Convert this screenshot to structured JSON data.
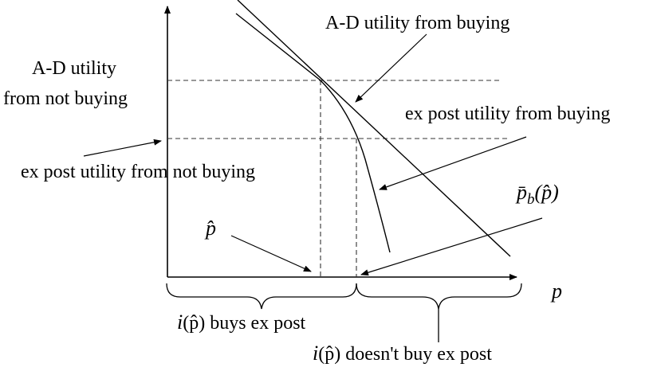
{
  "labels": {
    "ad_buy": "A-D utility from buying",
    "ad_notbuy_1": "A-D utility",
    "ad_notbuy_2": "from not buying",
    "expost_buy": "ex post utility from buying",
    "expost_notbuy": "ex post utility from not buying",
    "axis_p": "p",
    "phat": "p̂",
    "pbar_main": "p̄",
    "pbar_sub": "b",
    "pbar_arg": "(p̂)",
    "brace_left_i": "i",
    "brace_left_arg": "(p̂)",
    "brace_left_text": " buys ex post",
    "brace_right_i": "i",
    "brace_right_arg": "(p̂)",
    "brace_right_text": " doesn't buy ex post"
  },
  "colors": {
    "ink": "#000000",
    "dash": "#333333",
    "background": "#ffffff"
  }
}
